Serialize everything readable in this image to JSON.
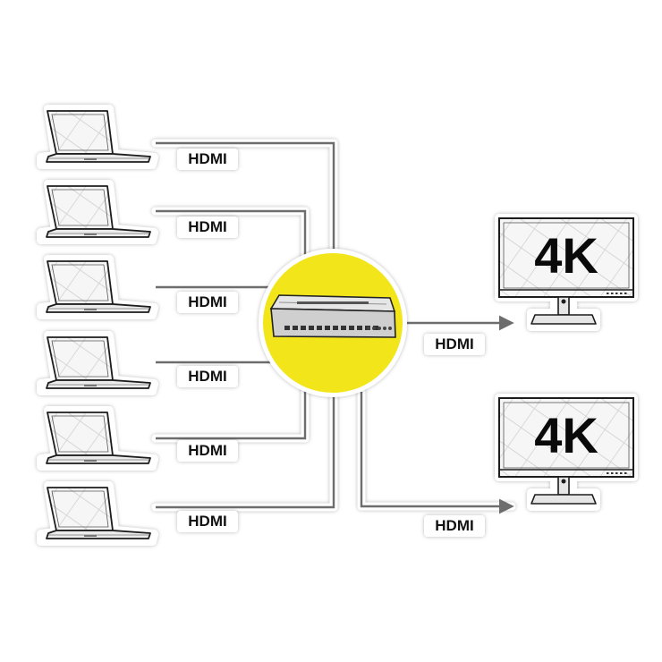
{
  "diagram": {
    "hub_color": "#f2e51a",
    "wire_color": "#6d6d6d",
    "inputs": [
      {
        "label": "HDMI"
      },
      {
        "label": "HDMI"
      },
      {
        "label": "HDMI"
      },
      {
        "label": "HDMI"
      },
      {
        "label": "HDMI"
      },
      {
        "label": "HDMI"
      }
    ],
    "outputs": [
      {
        "label": "HDMI",
        "screen_text": "4K"
      },
      {
        "label": "HDMI",
        "screen_text": "4K"
      }
    ]
  }
}
